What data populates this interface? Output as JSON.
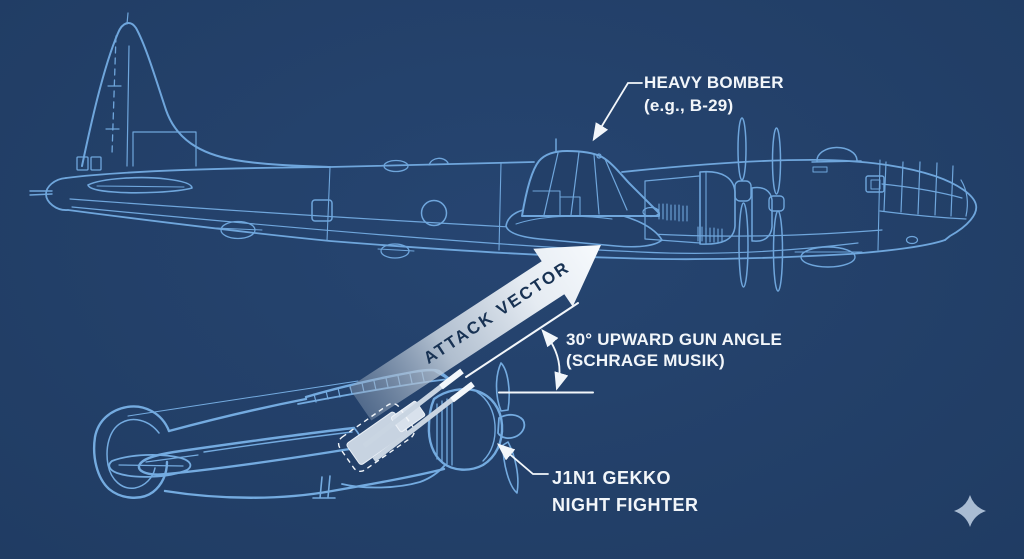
{
  "scene": {
    "background_color": "#234069",
    "bomber_line_color": "#6FA6DC",
    "fighter_line_color": "#74ABE0",
    "annotation_color": "#F2F6FA",
    "star_color": "#A9BCD3"
  },
  "labels": {
    "bomber": {
      "line1": "HEAVY BOMBER",
      "line2": "(e.g., B-29)"
    },
    "gun_angle": {
      "line1": "30° UPWARD GUN ANGLE",
      "line2": "(SCHRAGE MUSIK)"
    },
    "fighter": {
      "line1": "J1N1 GEKKO",
      "line2": "NIGHT FIGHTER"
    }
  },
  "arrow": {
    "label": "ATTACK VECTOR",
    "fill_color": "#E5EBF2",
    "text_color": "#183253"
  },
  "angle": {
    "value_degrees": 30
  },
  "icons": {
    "star": "four-point-sparkle"
  }
}
